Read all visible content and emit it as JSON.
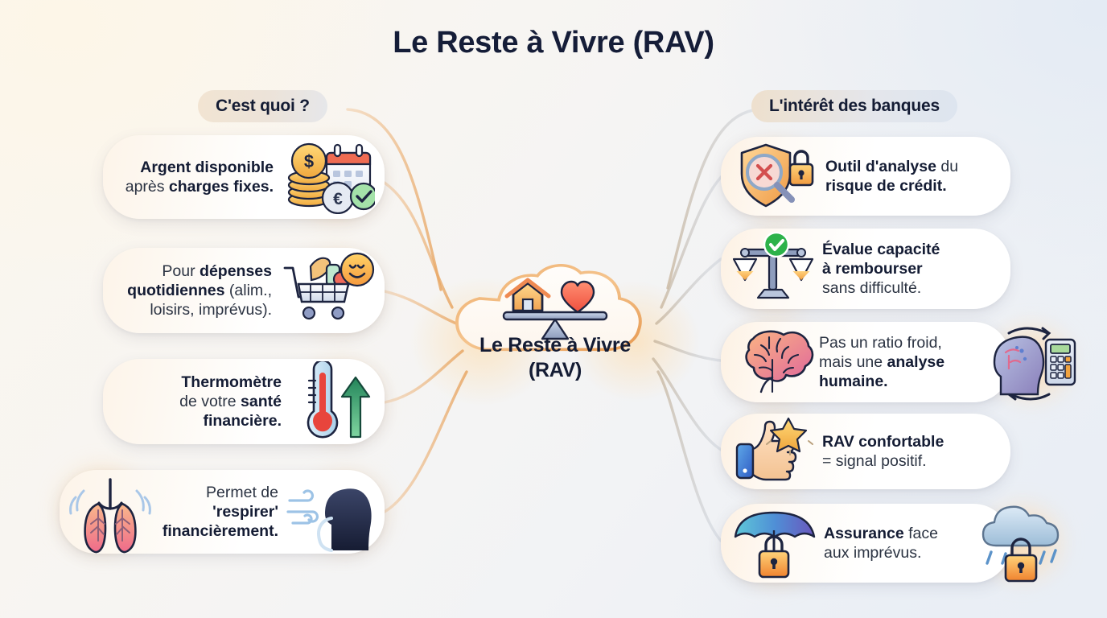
{
  "page": {
    "title": "Le Reste à Vivre (RAV)",
    "accent_orange": "#e8a765",
    "accent_grey": "#b9c2cf",
    "text_dark": "#141c34",
    "bg_left": "#fdf6e8",
    "bg_right": "#e4ebf4"
  },
  "center": {
    "label_line1": "Le Reste à Vivre",
    "label_line2": "(RAV)",
    "icon": "house-heart-balance-icon"
  },
  "left": {
    "header": "C'est quoi ?",
    "cards": [
      {
        "text_html": "<b>Argent disponible</b><br>après <b>charges fixes.</b>",
        "plain": "Argent disponible après charges fixes.",
        "icon": "coins-calendar-check-icon"
      },
      {
        "text_html": "Pour <b>dépenses</b><br><b>quotidiennes</b> (alim.,<br>loisirs, imprévus).",
        "plain": "Pour dépenses quotidiennes (alim., loisirs, imprévus).",
        "icon": "shopping-cart-smiley-icon"
      },
      {
        "text_html": "<b>Thermomètre</b><br>de votre <b>santé</b><br><b>financière.</b>",
        "plain": "Thermomètre de votre santé financière.",
        "icon": "thermometer-up-arrow-icon"
      },
      {
        "text_html": "Permet de<br><b>'respirer'</b><br><b>financièrement.</b>",
        "plain": "Permet de 'respirer' financièrement.",
        "icon_left": "lungs-icon",
        "icon_right": "breathing-head-icon"
      }
    ]
  },
  "right": {
    "header": "L'intérêt des banques",
    "cards": [
      {
        "text_html": "<b>Outil d'analyse</b> du<br><b>risque de crédit.</b>",
        "plain": "Outil d'analyse du risque de crédit.",
        "icon": "shield-magnifier-lock-icon"
      },
      {
        "text_html": "<b>Évalue capacité</b><br><b>à rembourser</b><br>sans difficulté.",
        "plain": "Évalue capacité à rembourser sans difficulté.",
        "icon": "scales-check-icon"
      },
      {
        "text_html": "Pas un ratio froid,<br>mais une <b>analyse</b><br><b>humaine.</b>",
        "plain": "Pas un ratio froid, mais une analyse humaine.",
        "icon": "brain-icon",
        "icon_right": "head-calculator-icon"
      },
      {
        "text_html": "<b>RAV confortable</b><br>= signal positif.",
        "plain": "RAV confortable = signal positif.",
        "icon": "thumbs-up-star-icon"
      },
      {
        "text_html": "<b>Assurance</b> face<br>aux imprévus.",
        "plain": "Assurance face aux imprévus.",
        "icon": "umbrella-lock-icon",
        "icon_right": "cloud-rain-lock-icon"
      }
    ]
  }
}
